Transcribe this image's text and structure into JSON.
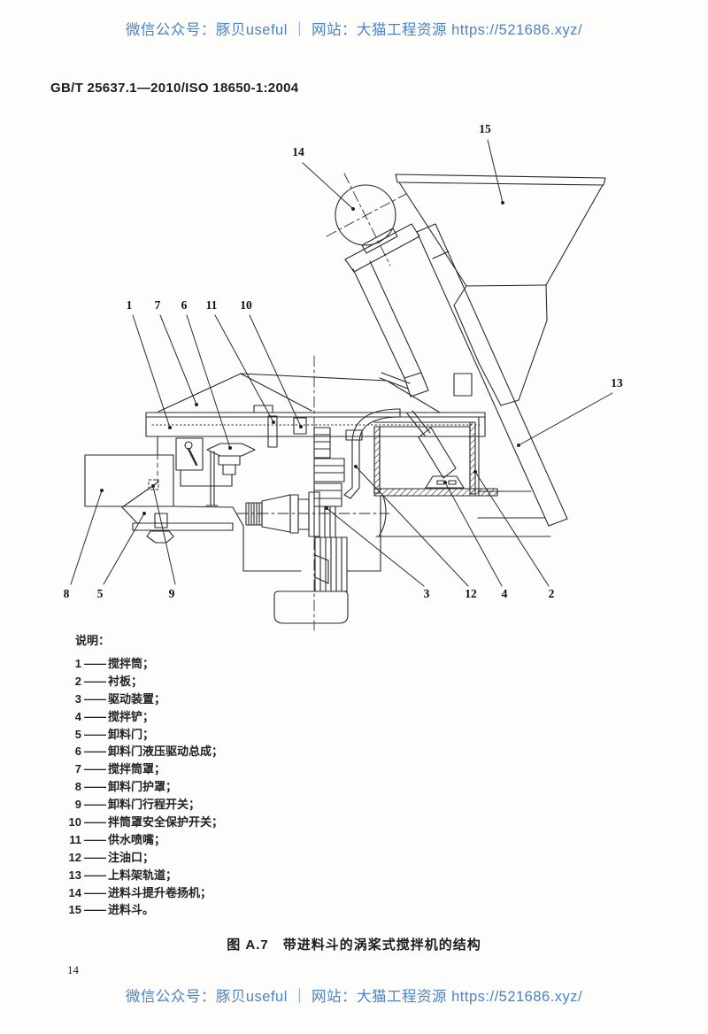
{
  "watermark": {
    "text": "微信公众号：豚贝useful ｜ 网站：大猫工程资源 https://521686.xyz/",
    "color": "#4f82c2"
  },
  "header": {
    "standard_code": "GB/T 25637.1—2010/ISO 18650-1:2004"
  },
  "figure": {
    "caption": "图 A.7　带进料斗的涡桨式搅拌机的结构",
    "callouts": {
      "c1": "1",
      "c2": "2",
      "c3": "3",
      "c4": "4",
      "c5": "5",
      "c6": "6",
      "c7": "7",
      "c8": "8",
      "c9": "9",
      "c10": "10",
      "c11": "11",
      "c12": "12",
      "c13": "13",
      "c14": "14",
      "c15": "15"
    }
  },
  "legend": {
    "heading": "说明：",
    "dash": "——",
    "items": [
      {
        "num": "1",
        "label": "搅拌筒；"
      },
      {
        "num": "2",
        "label": "衬板；"
      },
      {
        "num": "3",
        "label": "驱动装置；"
      },
      {
        "num": "4",
        "label": "搅拌铲；"
      },
      {
        "num": "5",
        "label": "卸料门；"
      },
      {
        "num": "6",
        "label": "卸料门液压驱动总成；"
      },
      {
        "num": "7",
        "label": "搅拌筒罩；"
      },
      {
        "num": "8",
        "label": "卸料门护罩；"
      },
      {
        "num": "9",
        "label": "卸料门行程开关；"
      },
      {
        "num": "10",
        "label": "拌筒罩安全保护开关；"
      },
      {
        "num": "11",
        "label": "供水喷嘴；"
      },
      {
        "num": "12",
        "label": "注油口；"
      },
      {
        "num": "13",
        "label": "上料架轨道；"
      },
      {
        "num": "14",
        "label": "进料斗提升卷扬机；"
      },
      {
        "num": "15",
        "label": "进料斗。"
      }
    ]
  },
  "page_number": "14"
}
